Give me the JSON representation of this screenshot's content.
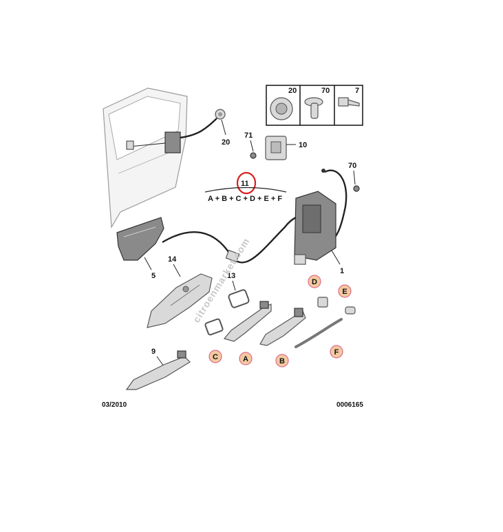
{
  "diagram": {
    "callouts": {
      "c20": "20",
      "c71": "71",
      "c10": "10",
      "c70": "70",
      "c11": "11",
      "c5": "5",
      "c14": "14",
      "c13": "13",
      "c1": "1",
      "c9": "9"
    },
    "kit_formula": "A + B + C + D + E + F",
    "letters": {
      "A": "A",
      "B": "B",
      "C": "C",
      "D": "D",
      "E": "E",
      "F": "F"
    },
    "inset": {
      "col1": "20",
      "col2": "70",
      "col3": "7"
    },
    "footer": {
      "left": "03/2010",
      "right": "0006165"
    },
    "watermark": "citroenmarket.com",
    "colors": {
      "highlight_ring": "#d81e1e",
      "letter_fill": "#f3c9a0",
      "letter_ring": "#e06a8a"
    }
  }
}
